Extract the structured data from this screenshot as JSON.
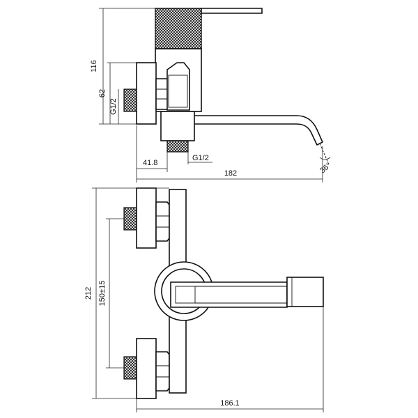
{
  "side_view": {
    "dim_height": "116",
    "dim_inlet_height": "62",
    "dim_inlet_thread": "G1/2",
    "dim_offset": "41.8",
    "dim_outlet_thread": "G1/2",
    "dim_length": "182",
    "dim_angle": "36°"
  },
  "front_view": {
    "dim_height": "212",
    "dim_centers": "150±15",
    "dim_width": "186.1"
  }
}
